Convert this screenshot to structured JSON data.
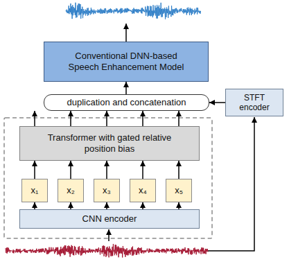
{
  "diagram": {
    "nodes": [
      {
        "text": [
          "Conventional DNN-based Speech Enhancement Model"
        ]
      },
      {
        "text": [
          "duplication and concatenation"
        ]
      },
      {
        "text": [
          "STFT encoder"
        ]
      },
      {
        "text": [
          "Transformer with gated relative position bias"
        ]
      },
      {
        "text": [
          "x₁"
        ]
      },
      {
        "text": [
          "x₂"
        ]
      },
      {
        "text": [
          "x₃"
        ]
      },
      {
        "text": [
          "x₄"
        ]
      },
      {
        "text": [
          "x₅"
        ]
      },
      {
        "text": [
          "CNN encoder"
        ]
      }
    ],
    "edges": [
      {
        "from": 1,
        "to": 0,
        "arrow": "to"
      },
      {
        "from": 2,
        "to": 1,
        "arrow": "to"
      },
      {
        "from": 3,
        "to": 1,
        "arrow": "to"
      },
      {
        "from": 3,
        "to": 1,
        "arrow": "to"
      },
      {
        "from": 3,
        "to": 1,
        "arrow": "to"
      },
      {
        "from": 3,
        "to": 1,
        "arrow": "to"
      },
      {
        "from": 3,
        "to": 1,
        "arrow": "to"
      },
      {
        "from": 9,
        "to": 4,
        "arrow": "to"
      },
      {
        "from": 9,
        "to": 5,
        "arrow": "to"
      },
      {
        "from": 9,
        "to": 6,
        "arrow": "to"
      },
      {
        "from": 9,
        "to": 7,
        "arrow": "to"
      },
      {
        "from": 9,
        "to": 8,
        "arrow": "to"
      },
      {
        "from": 4,
        "to": 3,
        "arrow": "to"
      },
      {
        "from": 5,
        "to": 3,
        "arrow": "to"
      },
      {
        "from": 6,
        "to": 3,
        "arrow": "to"
      },
      {
        "from": 7,
        "to": 3,
        "arrow": "to"
      },
      {
        "from": 8,
        "to": 3,
        "arrow": "to"
      }
    ]
  }
}
